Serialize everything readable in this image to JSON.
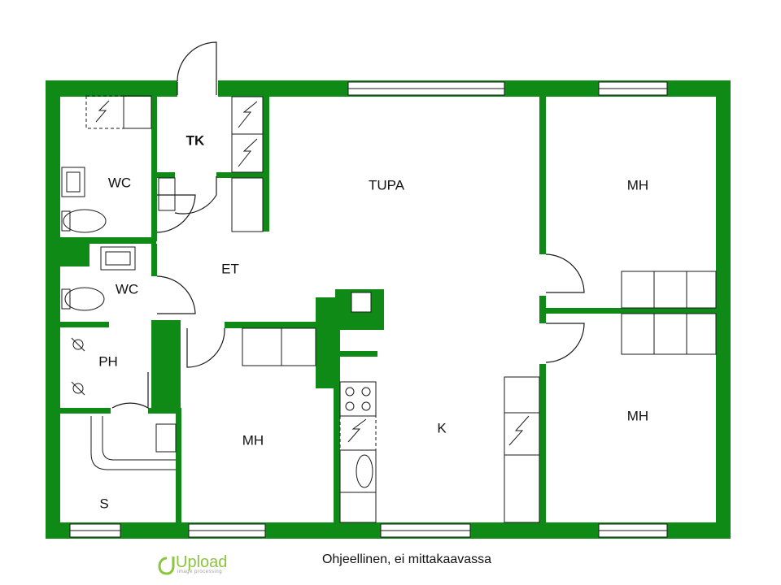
{
  "colors": {
    "wall": "#0f8a16",
    "line": "#1a1a1a",
    "background": "#ffffff",
    "logo": "#8cc43c"
  },
  "rooms": {
    "wc_top": "WC",
    "tk": "TK",
    "tupa": "TUPA",
    "mh_top_right": "MH",
    "et": "ET",
    "wc_mid": "WC",
    "ph": "PH",
    "mh_bottom_mid": "MH",
    "k": "K",
    "mh_bottom_right": "MH",
    "s": "S"
  },
  "caption": "Ohjeellinen, ei mittakaavassa",
  "logo": {
    "word": "Upload",
    "tagline": "image processing"
  }
}
